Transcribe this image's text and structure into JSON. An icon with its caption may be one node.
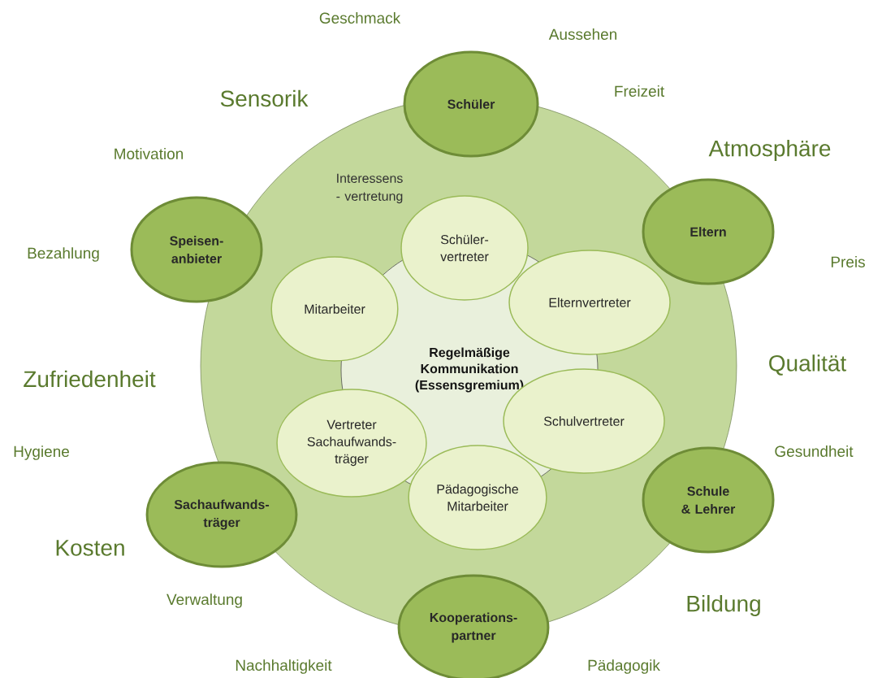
{
  "diagram": {
    "nodes": [
      {
        "text": [
          "Interessens - vertretung"
        ]
      },
      {
        "text": [
          "Regelmäßige Kommunikation (Essensgremium)"
        ],
        "in": 0
      },
      {
        "text": [
          "Schüler- vertreter"
        ],
        "in": 0
      },
      {
        "text": [
          "Mitarbeiter"
        ],
        "in": 0
      },
      {
        "text": [
          "Elternvertreter"
        ],
        "in": 0
      },
      {
        "text": [
          "Vertreter Sachaufwands- träger"
        ],
        "in": 0
      },
      {
        "text": [
          "Schulvertreter"
        ],
        "in": 0
      },
      {
        "text": [
          "Pädagogische Mitarbeiter"
        ],
        "in": 0
      },
      {
        "text": [
          "Schüler"
        ]
      },
      {
        "text": [
          "Speisen- anbieter"
        ]
      },
      {
        "text": [
          "Eltern"
        ]
      },
      {
        "text": [
          "Sachaufwands- träger"
        ]
      },
      {
        "text": [
          "Schule & Lehrer"
        ]
      },
      {
        "text": [
          "Kooperations- partner"
        ]
      }
    ],
    "labels": [
      "Geschmack",
      "Aussehen",
      "Sensorik",
      "Freizeit",
      "Motivation",
      "Atmosphäre",
      "Bezahlung",
      "Preis",
      "Zufriedenheit",
      "Qualität",
      "Hygiene",
      "Gesundheit",
      "Kosten",
      "Verwaltung",
      "Bildung",
      "Nachhaltigkeit",
      "Pädagogik"
    ]
  }
}
